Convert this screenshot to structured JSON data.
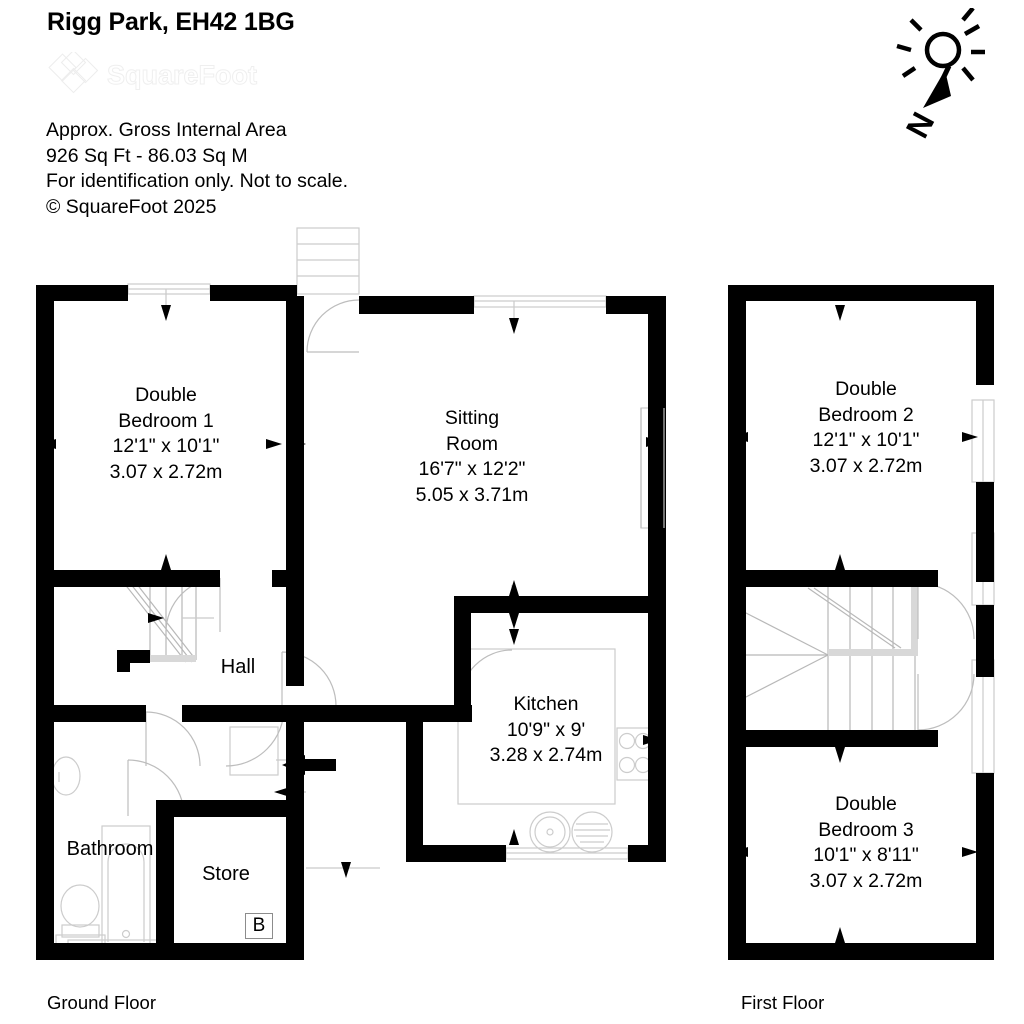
{
  "header": {
    "title": "Rigg Park, EH42 1BG",
    "brand": "SquareFoot",
    "info_lines": [
      "Approx. Gross Internal Area",
      "926 Sq Ft  -  86.03 Sq M",
      "For identification only. Not to scale.",
      "© SquareFoot 2025"
    ],
    "area_sqft": "926 Sq Ft",
    "area_sqm": "86.03 Sq M",
    "copyright": "© SquareFoot 2025"
  },
  "compass": {
    "north_label": "N",
    "icon": "sun-north-arrow"
  },
  "floors": [
    {
      "id": "ground",
      "caption": "Ground Floor",
      "rooms": [
        {
          "name": "Double Bedroom 1",
          "lines": [
            "Double",
            "Bedroom 1",
            "12'1\" x 10'1\"",
            "3.07 x 2.72m"
          ],
          "imperial": "12'1\" x 10'1\"",
          "metric": "3.07 x 2.72m"
        },
        {
          "name": "Sitting Room",
          "lines": [
            "Sitting",
            "Room",
            "16'7\" x 12'2\"",
            "5.05 x 3.71m"
          ],
          "imperial": "16'7\" x 12'2\"",
          "metric": "5.05 x 3.71m"
        },
        {
          "name": "Kitchen",
          "lines": [
            "Kitchen",
            "10'9\" x 9'",
            "3.28 x 2.74m"
          ],
          "imperial": "10'9\" x 9'",
          "metric": "3.28 x 2.74m"
        },
        {
          "name": "Hall",
          "lines": [
            "Hall"
          ],
          "imperial": "",
          "metric": ""
        },
        {
          "name": "Bathroom",
          "lines": [
            "Bathroom"
          ],
          "imperial": "",
          "metric": ""
        },
        {
          "name": "Store",
          "lines": [
            "Store"
          ],
          "imperial": "",
          "metric": ""
        }
      ],
      "markers": [
        {
          "label": "B",
          "meaning": "boiler"
        }
      ]
    },
    {
      "id": "first",
      "caption": "First Floor",
      "rooms": [
        {
          "name": "Double Bedroom 2",
          "lines": [
            "Double",
            "Bedroom 2",
            "12'1\" x 10'1\"",
            "3.07 x 2.72m"
          ],
          "imperial": "12'1\" x 10'1\"",
          "metric": "3.07 x 2.72m"
        },
        {
          "name": "Double Bedroom 3",
          "lines": [
            "Double",
            "Bedroom 3",
            "10'1\" x 8'11\"",
            "3.07 x 2.72m"
          ],
          "imperial": "10'1\" x 8'11\"",
          "metric": "3.07 x 2.72m"
        }
      ],
      "markers": []
    }
  ],
  "colors": {
    "wall": "#000000",
    "background": "#ffffff",
    "fixture_line": "#c8c8c8",
    "stair_line": "#b4b4b4",
    "watermark": "#f2f2f2",
    "text": "#000000"
  }
}
